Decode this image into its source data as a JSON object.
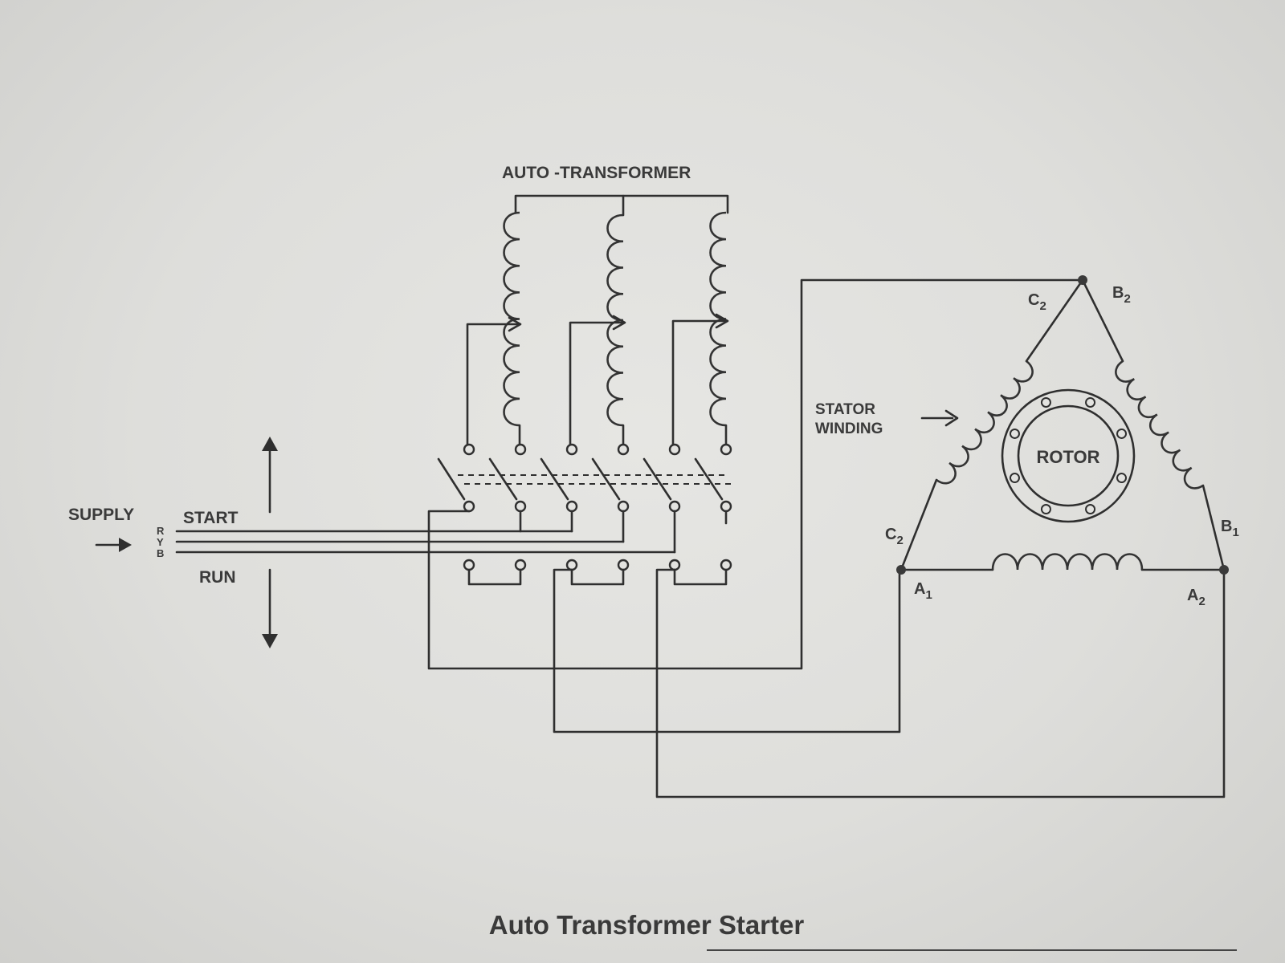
{
  "title": "Auto Transformer Starter",
  "labels": {
    "auto_transformer": "AUTO -TRANSFORMER",
    "supply": "SUPPLY",
    "start": "START",
    "run": "RUN",
    "phase_r": "R",
    "phase_y": "Y",
    "phase_b": "B",
    "stator_line1": "STATOR",
    "stator_line2": "WINDING",
    "rotor": "ROTOR"
  },
  "terminals": {
    "c2_top": {
      "main": "C",
      "sub": "2"
    },
    "b2": {
      "main": "B",
      "sub": "2"
    },
    "c2_left": {
      "main": "C",
      "sub": "2"
    },
    "b1": {
      "main": "B",
      "sub": "1"
    },
    "a1": {
      "main": "A",
      "sub": "1"
    },
    "a2": {
      "main": "A",
      "sub": "2"
    }
  }
}
